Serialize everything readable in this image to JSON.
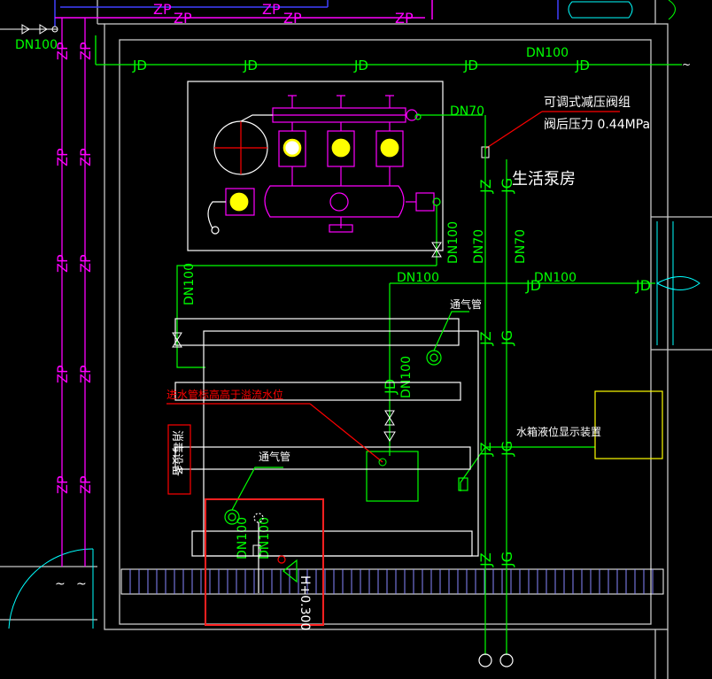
{
  "colors": {
    "background": "#000000",
    "wall": "#c8c8c8",
    "pipe_green": "#00ff00",
    "pipe_magenta": "#ff00ff",
    "pipe_blue": "#4040ff",
    "note_red": "#ff0000",
    "pump_yellow": "#ffff00",
    "cyan": "#00ffff",
    "white": "#ffffff"
  },
  "labels": {
    "dn100_top_left": "DN100",
    "dn100_top": "DN100",
    "dn70_main": "DN70",
    "dn100_vertical_left": "DN100",
    "dn100_mid": "DN100",
    "dn100_mid_right": "DN100",
    "dn100_riser": "DN100",
    "dn70_vertical": "DN70",
    "dn70_vertical2": "DN70",
    "dn100_v_right": "DN100",
    "dn100_small_a": "DN100",
    "dn100_small_b": "DN100",
    "zp": "ZP",
    "jz": "JZ",
    "jg": "JG",
    "jd": "JD",
    "valve_group_line1": "可调式减压阀组",
    "valve_group_line2": "阀后压力  0.44MPa",
    "room_name": "生活泵房",
    "vent_pipe_1": "通气管",
    "vent_pipe_2": "通气管",
    "inlet_note": "进水管标高高于溢流水位",
    "level_display": "水箱液位显示装置",
    "disinfection_device": "消毒设备",
    "elevation": "H+0.300",
    "gutter_symbol": "~"
  }
}
